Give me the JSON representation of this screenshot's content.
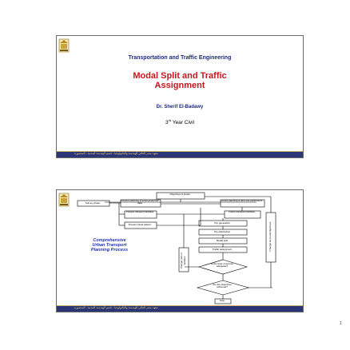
{
  "slide1": {
    "course": "Transportation and Traffic Engineering",
    "title_line1": "Modal Split and Traffic",
    "title_line2": "Assignment",
    "author": "Dr. Sherif El-Badawy",
    "year_num": "3",
    "year_sup": "rd",
    "year_rest": " Year Civil",
    "footer": "معهد مصر العالي للهندسة والتكنولوجيا - قسم الهندسة المدنية - المنصورة"
  },
  "slide2": {
    "caption_line1": "Comprehensive",
    "caption_line2": "Urban Transport",
    "caption_line3": "Planning Process",
    "footer": "معهد مصر العالي للهندسة والتكنولوجيا - قسم الهندسة المدنية - المنصورة",
    "flow": {
      "objectives": "Objectives & Goals",
      "survey": "Survey phase",
      "present_planning": "Present planning & socio-economic data",
      "future_planning": "Future planning & land use parameters",
      "present_transport": "Present transport facilities",
      "future_transport": "Future transport facilities",
      "present_travel": "Present travel pattern",
      "trip_generation": "Trip generation",
      "trip_distribution": "Trip distribution",
      "modal_split": "Modal split",
      "traffic_assignment": "Traffic assignment",
      "decision1": "Is the level of service adequate?",
      "decision2": "Are the objectives achieved?",
      "stop": "Stop",
      "left_box": "Change plan or facilities",
      "right_box": "Change land use/objectives"
    }
  },
  "page_number": "1"
}
